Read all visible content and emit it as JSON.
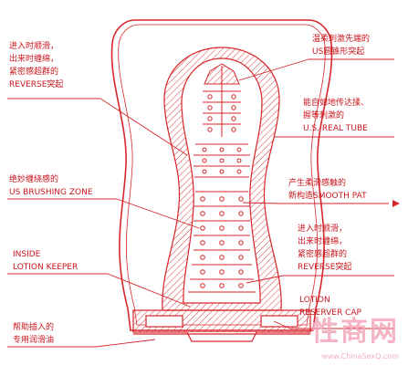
{
  "labels": {
    "reverse_top": [
      "进入时顺滑，",
      "出来时缠绵，",
      "紧密感超群的",
      "REVERSE突起"
    ],
    "us_cone": [
      "温柔刺激先端的",
      "US圆锥形突起"
    ],
    "real_tube": [
      "能自如地传达揉、",
      "握等刺激的",
      "U.S. REAL TUBE"
    ],
    "brushing_zone": [
      "绝妙缠绕感的",
      "US BRUSHING ZONE"
    ],
    "smooth_pat": [
      "产生柔滑感触的",
      "新构造SMOOTH PAT"
    ],
    "reverse_bottom": [
      "进入时顺滑，",
      "出来时缠绵，",
      "紧密感超群的",
      "REVERSE突起"
    ],
    "lotion_keeper": [
      "INSIDE",
      "LOTION KEEPER"
    ],
    "reserver_cap": [
      "LOTION",
      "RESERVER CAP"
    ],
    "lube_help": [
      "帮助插入的",
      "专用润滑油"
    ]
  },
  "watermark": {
    "logo": "性商网",
    "url": "www.ChinaSexQ.com"
  },
  "colors": {
    "accent": "#c8161d",
    "line": "#d6262b",
    "watermark": "#f4a7bd"
  }
}
